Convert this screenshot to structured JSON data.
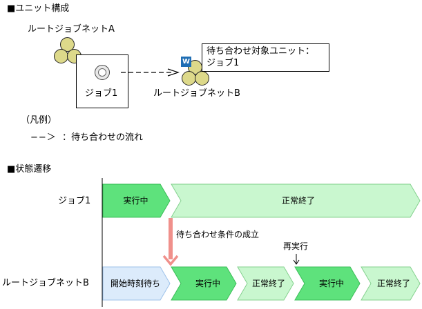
{
  "unit_section": {
    "heading": "■ユニット構成",
    "root_jobnet_a": "ルートジョブネットA",
    "job1_label": "ジョブ1",
    "root_jobnet_b": "ルートジョブネットB",
    "wait_badge": "W",
    "wait_target_line1": "待ち合わせ対象ユニット：",
    "wait_target_line2": "ジョブ1"
  },
  "legend": {
    "title": "（凡例）",
    "arrow_symbol": "−−＞",
    "arrow_desc": "：待ち合わせの流れ"
  },
  "state_section": {
    "heading": "■状態遷移",
    "row_job1": "ジョブ1",
    "row_jobnet_b": "ルートジョブネットB",
    "condition_label": "待ち合わせ条件の成立",
    "rerun_label": "再実行",
    "job1_states": [
      "実行中",
      "正常終了"
    ],
    "jobnet_b_states": [
      "開始時刻待ち",
      "実行中",
      "正常終了",
      "実行中",
      "正常終了"
    ]
  },
  "colors": {
    "running": "#5ee27c",
    "finished": "#c9f7cf",
    "waiting": "#dcebfb",
    "arrow": "#f0908b",
    "jobnet_circle": "#ddd98a",
    "badge": "#1f6eb4"
  }
}
